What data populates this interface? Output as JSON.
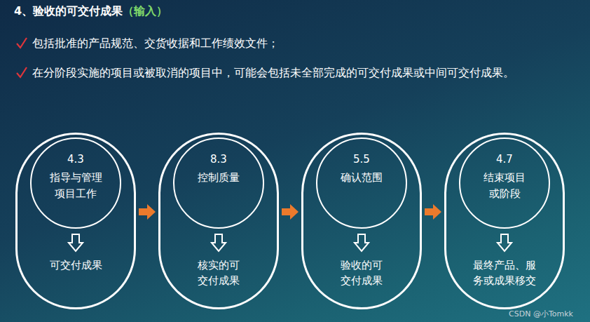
{
  "diagram": {
    "title": "4、验收的可交付成果",
    "nodes": [
      {
        "text": [
          "可交付成果"
        ]
      },
      {
        "text": [
          "4.3",
          "指导与管理项目工作"
        ],
        "in": 0
      },
      {
        "text": [
          "核实的可交付成果"
        ]
      },
      {
        "text": [
          "8.3",
          "控制质量"
        ],
        "in": 2
      },
      {
        "text": [
          "验收的可交付成果"
        ]
      },
      {
        "text": [
          "5.5",
          "确认范围"
        ],
        "in": 4
      },
      {
        "text": [
          "最终产品、服务或成果移交"
        ]
      },
      {
        "text": [
          "4.7",
          "结束项目或阶段"
        ],
        "in": 6
      }
    ],
    "edges": [
      {
        "from": 0,
        "to": 2,
        "arrow": "to"
      },
      {
        "from": 2,
        "to": 4,
        "arrow": "to"
      },
      {
        "from": 4,
        "to": 6,
        "arrow": "to"
      }
    ],
    "labels": [
      "（输入）",
      "包括批准的产品规范、交货收据和工作绩效文件；",
      "在分阶段实施的项目或被取消的项目中，可能会包括未全部完成的可交付成果或中间可交付成果。",
      "CSDN @小Tomkk"
    ]
  }
}
